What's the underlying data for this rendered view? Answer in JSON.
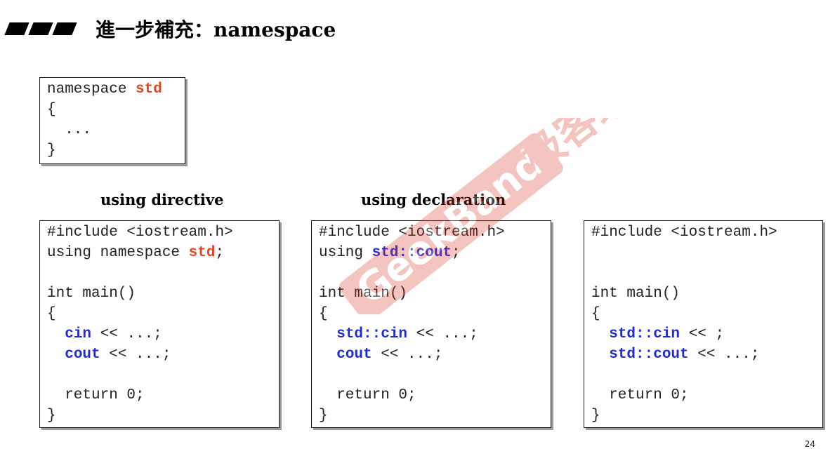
{
  "title": "進一步補充：namespace",
  "watermark": {
    "latin": "GeekBand",
    "chinese": "极客班",
    "color": "#d9331f"
  },
  "page_number": "24",
  "colors": {
    "orange": "#e3451c",
    "blue": "#1f2bd6"
  },
  "namespace_box": {
    "lines": [
      [
        {
          "t": "namespace ",
          "c": ""
        },
        {
          "t": "std",
          "c": "orange"
        }
      ],
      [
        {
          "t": "{",
          "c": ""
        }
      ],
      [
        {
          "t": "  ...",
          "c": ""
        }
      ],
      [
        {
          "t": "}",
          "c": ""
        }
      ]
    ]
  },
  "captions": {
    "directive": "using directive",
    "declaration": "using declaration"
  },
  "directive_box": {
    "lines": [
      [
        {
          "t": "#include <iostream.h>",
          "c": ""
        }
      ],
      [
        {
          "t": "using namespace ",
          "c": ""
        },
        {
          "t": "std",
          "c": "orange"
        },
        {
          "t": ";",
          "c": ""
        }
      ],
      [
        {
          "t": "",
          "c": ""
        }
      ],
      [
        {
          "t": "int main()",
          "c": ""
        }
      ],
      [
        {
          "t": "{",
          "c": ""
        }
      ],
      [
        {
          "t": "  ",
          "c": ""
        },
        {
          "t": "cin",
          "c": "blue"
        },
        {
          "t": " << ...;",
          "c": ""
        }
      ],
      [
        {
          "t": "  ",
          "c": ""
        },
        {
          "t": "cout",
          "c": "blue"
        },
        {
          "t": " << ...;",
          "c": ""
        }
      ],
      [
        {
          "t": "",
          "c": ""
        }
      ],
      [
        {
          "t": "  return 0;",
          "c": ""
        }
      ],
      [
        {
          "t": "}",
          "c": ""
        }
      ]
    ]
  },
  "declaration_box": {
    "lines": [
      [
        {
          "t": "#include <iostream.h>",
          "c": ""
        }
      ],
      [
        {
          "t": "using ",
          "c": ""
        },
        {
          "t": "std::cout",
          "c": "blue"
        },
        {
          "t": ";",
          "c": ""
        }
      ],
      [
        {
          "t": "",
          "c": ""
        }
      ],
      [
        {
          "t": "int main()",
          "c": ""
        }
      ],
      [
        {
          "t": "{",
          "c": ""
        }
      ],
      [
        {
          "t": "  ",
          "c": ""
        },
        {
          "t": "std::cin",
          "c": "blue"
        },
        {
          "t": " << ...;",
          "c": ""
        }
      ],
      [
        {
          "t": "  ",
          "c": ""
        },
        {
          "t": "cout",
          "c": "blue"
        },
        {
          "t": " << ...;",
          "c": ""
        }
      ],
      [
        {
          "t": "",
          "c": ""
        }
      ],
      [
        {
          "t": "  return 0;",
          "c": ""
        }
      ],
      [
        {
          "t": "}",
          "c": ""
        }
      ]
    ]
  },
  "qualified_box": {
    "lines": [
      [
        {
          "t": "#include <iostream.h>",
          "c": ""
        }
      ],
      [
        {
          "t": "",
          "c": ""
        }
      ],
      [
        {
          "t": "",
          "c": ""
        }
      ],
      [
        {
          "t": "int main()",
          "c": ""
        }
      ],
      [
        {
          "t": "{",
          "c": ""
        }
      ],
      [
        {
          "t": "  ",
          "c": ""
        },
        {
          "t": "std::cin",
          "c": "blue"
        },
        {
          "t": " << ;",
          "c": ""
        }
      ],
      [
        {
          "t": "  ",
          "c": ""
        },
        {
          "t": "std::cout",
          "c": "blue"
        },
        {
          "t": " << ...;",
          "c": ""
        }
      ],
      [
        {
          "t": "",
          "c": ""
        }
      ],
      [
        {
          "t": "  return 0;",
          "c": ""
        }
      ],
      [
        {
          "t": "}",
          "c": ""
        }
      ]
    ]
  }
}
